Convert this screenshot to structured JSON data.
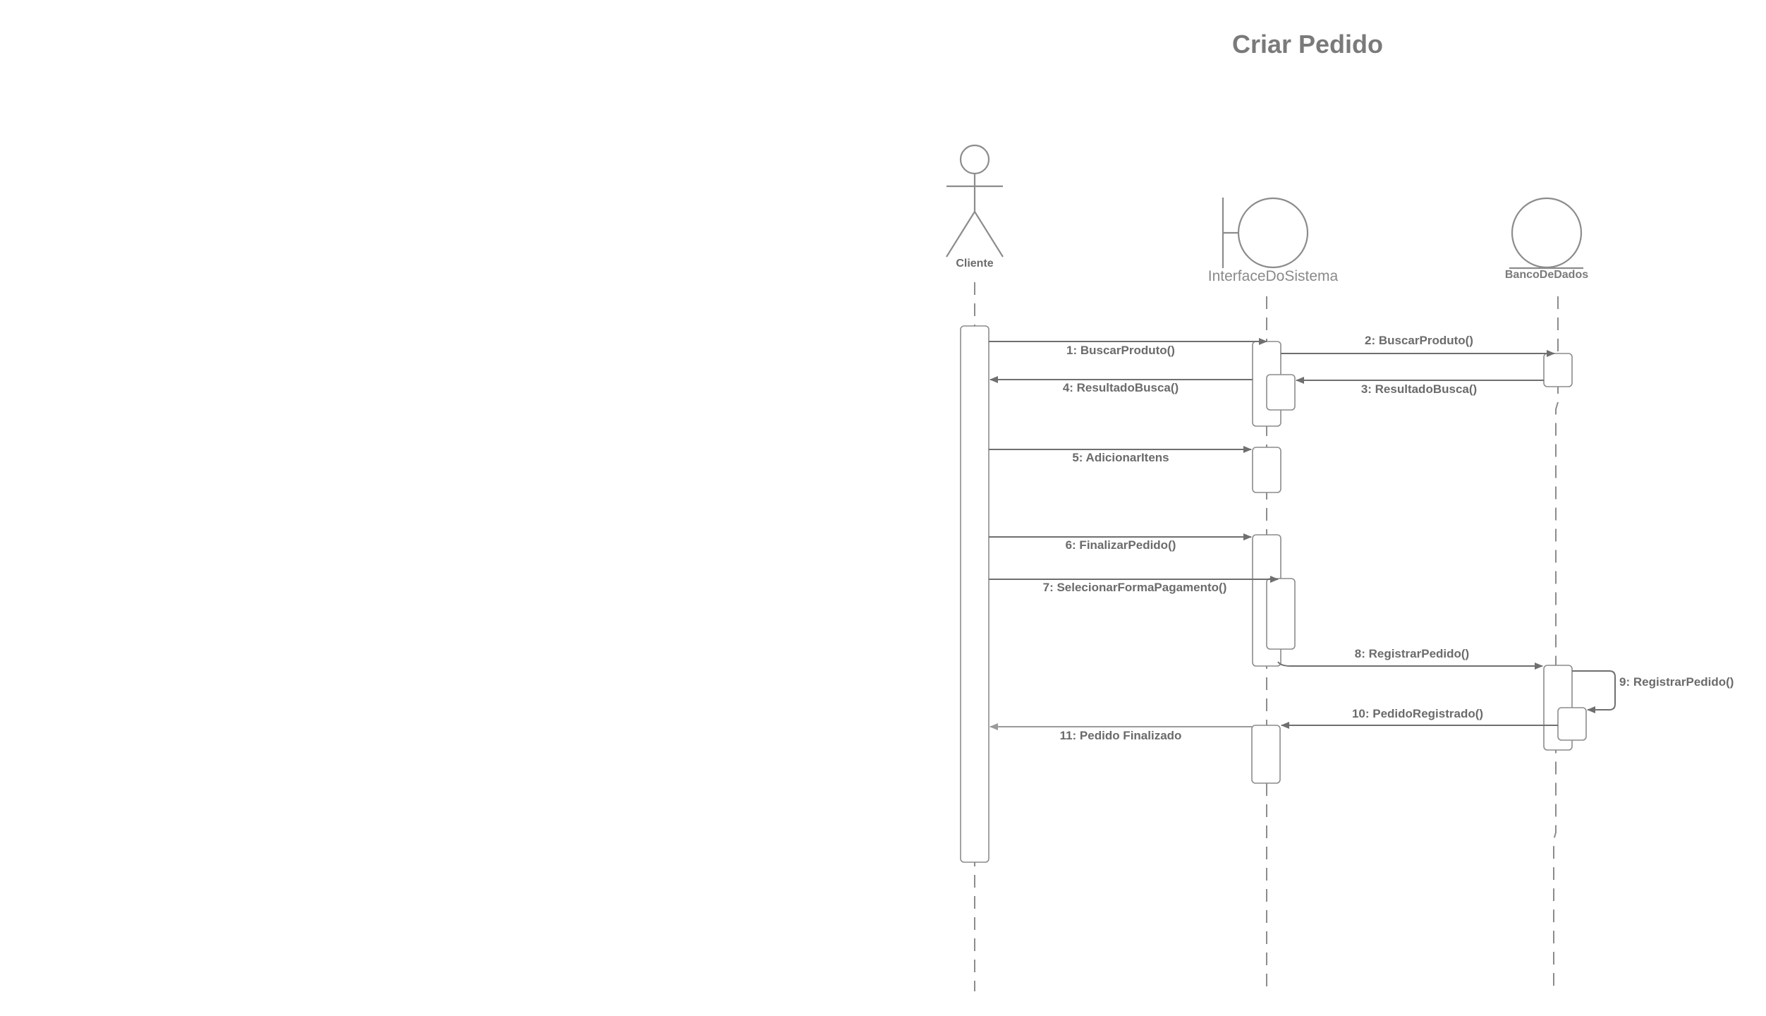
{
  "title": "Criar Pedido",
  "participants": {
    "cliente": {
      "label": "Cliente"
    },
    "interface": {
      "label": "InterfaceDoSistema"
    },
    "banco": {
      "label": "BancoDeDados"
    }
  },
  "messages": [
    {
      "id": "m1",
      "label": "1:  BuscarProduto()"
    },
    {
      "id": "m2",
      "label": "2: BuscarProduto()"
    },
    {
      "id": "m3",
      "label": "3: ResultadoBusca()"
    },
    {
      "id": "m4",
      "label": "4: ResultadoBusca()"
    },
    {
      "id": "m5",
      "label": "5: AdicionarItens"
    },
    {
      "id": "m6",
      "label": "6: FinalizarPedido()"
    },
    {
      "id": "m7",
      "label": "7: SelecionarFormaPagamento()"
    },
    {
      "id": "m8",
      "label": "8: RegistrarPedido()"
    },
    {
      "id": "m9",
      "label": "9: RegistrarPedido()"
    },
    {
      "id": "m10",
      "label": "10: PedidoRegistrado()"
    },
    {
      "id": "m11",
      "label": "11: Pedido Finalizado"
    }
  ],
  "colors": {
    "line": "#8c8c8c",
    "text": "#6b6b6b",
    "title": "#7a7a7a",
    "background": "#ffffff"
  }
}
